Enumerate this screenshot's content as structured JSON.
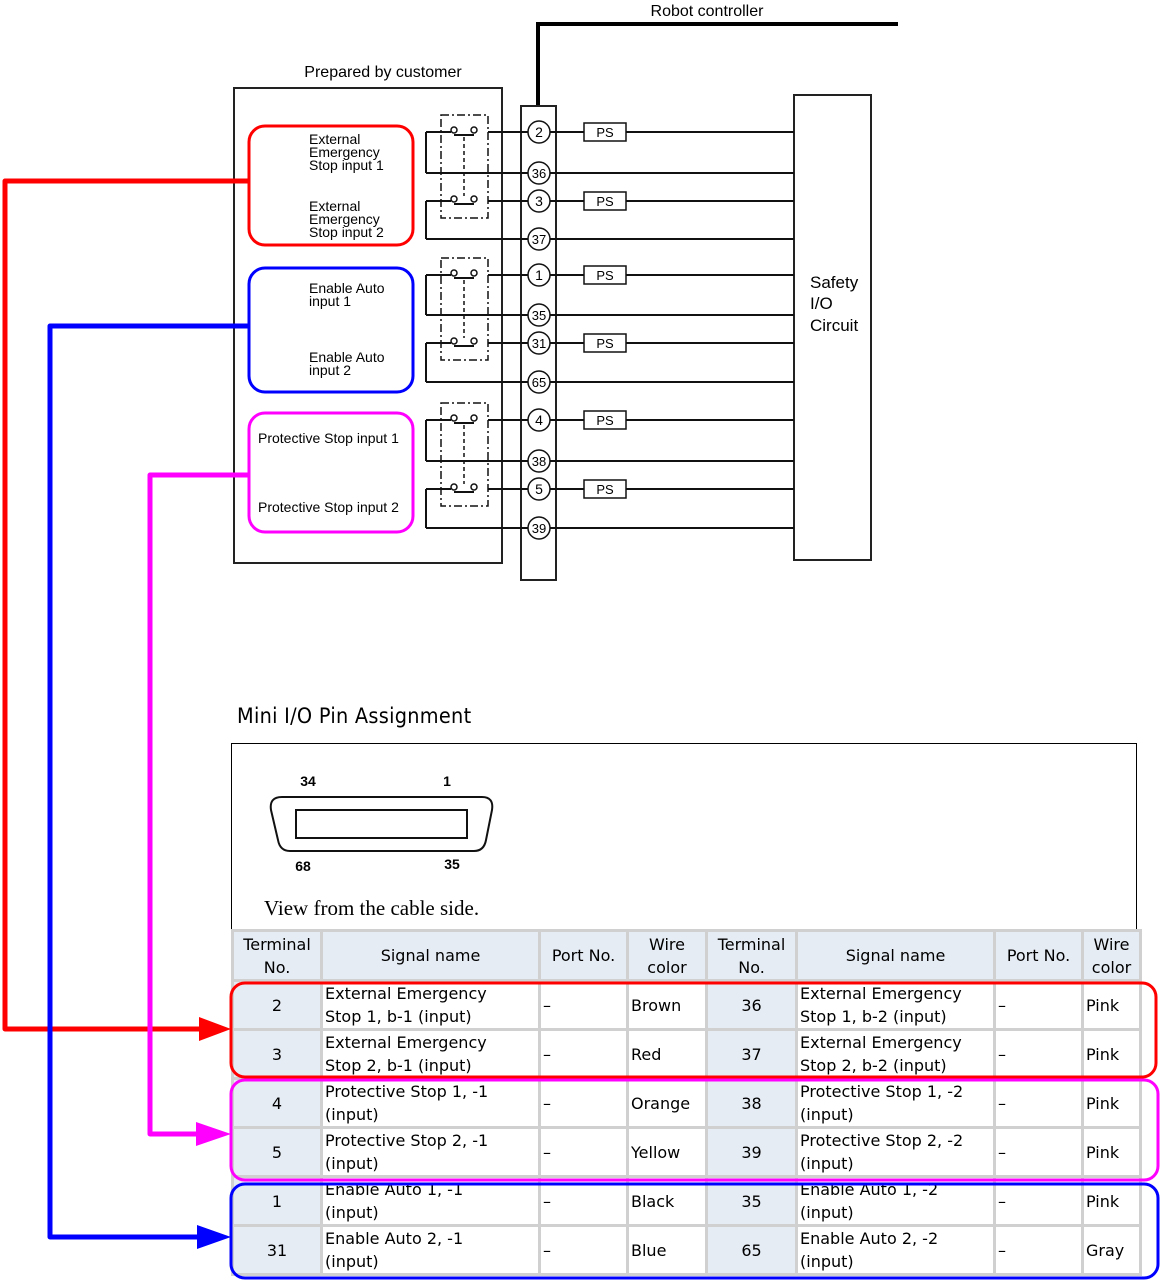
{
  "diagram": {
    "robot_controller_label": "Robot controller",
    "customer_box_label": "Prepared by customer",
    "safety_circuit_label": [
      "Safety",
      "I/O",
      "Circuit"
    ],
    "ps_label": "PS",
    "groups": [
      {
        "id": "emergency",
        "color": "#ff0000",
        "inputs": [
          [
            "External",
            "Emergency",
            "Stop input 1"
          ],
          [
            "External",
            "Emergency",
            "Stop input 2"
          ]
        ]
      },
      {
        "id": "enable-auto",
        "color": "#0000ff",
        "inputs": [
          [
            "Enable Auto",
            "input 1"
          ],
          [
            "Enable Auto",
            "input 2"
          ]
        ]
      },
      {
        "id": "protective",
        "color": "#ff00ff",
        "inputs": [
          [
            "Protective Stop input 1"
          ],
          [
            "Protective Stop input 2"
          ]
        ]
      }
    ],
    "terminals": [
      "2",
      "36",
      "3",
      "37",
      "1",
      "35",
      "31",
      "65",
      "4",
      "38",
      "5",
      "39"
    ]
  },
  "pin_assignment": {
    "title": "Mini I/O Pin Assignment",
    "connector": {
      "top_left": "34",
      "top_right": "1",
      "bottom_left": "68",
      "bottom_right": "35"
    },
    "caption": "View from the cable side.",
    "headers": {
      "terminal": [
        "Terminal",
        "No."
      ],
      "signal": "Signal name",
      "port": "Port No.",
      "wire": [
        "Wire",
        "color"
      ]
    },
    "rows": [
      {
        "t1": "2",
        "s1": [
          "External Emergency",
          "Stop 1, b-1 (input)"
        ],
        "p1": "–",
        "w1": "Brown",
        "t2": "36",
        "s2": [
          "External Emergency",
          "Stop 1, b-2 (input)"
        ],
        "p2": "–",
        "w2": "Pink"
      },
      {
        "t1": "3",
        "s1": [
          "External Emergency",
          "Stop 2, b-1 (input)"
        ],
        "p1": "–",
        "w1": "Red",
        "t2": "37",
        "s2": [
          "External Emergency",
          "Stop 2, b-2 (input)"
        ],
        "p2": "–",
        "w2": "Pink"
      },
      {
        "t1": "4",
        "s1": [
          "Protective Stop 1, -1",
          "(input)"
        ],
        "p1": "–",
        "w1": "Orange",
        "t2": "38",
        "s2": [
          "Protective Stop 1, -2",
          "(input)"
        ],
        "p2": "–",
        "w2": "Pink"
      },
      {
        "t1": "5",
        "s1": [
          "Protective Stop 2, -1",
          "(input)"
        ],
        "p1": "–",
        "w1": "Yellow",
        "t2": "39",
        "s2": [
          "Protective Stop 2, -2",
          "(input)"
        ],
        "p2": "–",
        "w2": "Pink"
      },
      {
        "t1": "1",
        "s1": [
          "Enable Auto 1, -1",
          "(input)"
        ],
        "p1": "–",
        "w1": "Black",
        "t2": "35",
        "s2": [
          "Enable Auto 1, -2",
          "(input)"
        ],
        "p2": "–",
        "w2": "Pink"
      },
      {
        "t1": "31",
        "s1": [
          "Enable Auto 2, -1",
          "(input)"
        ],
        "p1": "–",
        "w1": "Blue",
        "t2": "65",
        "s2": [
          "Enable Auto 2, -2",
          "(input)"
        ],
        "p2": "–",
        "w2": "Gray"
      }
    ]
  }
}
